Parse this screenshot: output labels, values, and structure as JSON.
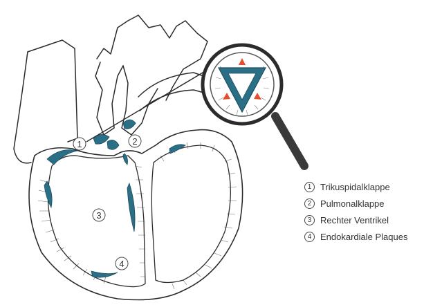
{
  "colors": {
    "outline": "#2b2b2b",
    "plaque": "#2a6f86",
    "valve_inner": "#3a7f92",
    "arrow": "#e4502f",
    "handle": "#3a3a3a"
  },
  "markers": {
    "one": "1",
    "two": "2",
    "three": "3",
    "four": "4"
  },
  "legend": {
    "items": [
      {
        "number": "1",
        "label": "Trikuspidalklappe"
      },
      {
        "number": "2",
        "label": "Pulmonalklappe"
      },
      {
        "number": "3",
        "label": "Rechter Ventrikel"
      },
      {
        "number": "4",
        "label": "Endokardiale Plaques"
      }
    ]
  }
}
